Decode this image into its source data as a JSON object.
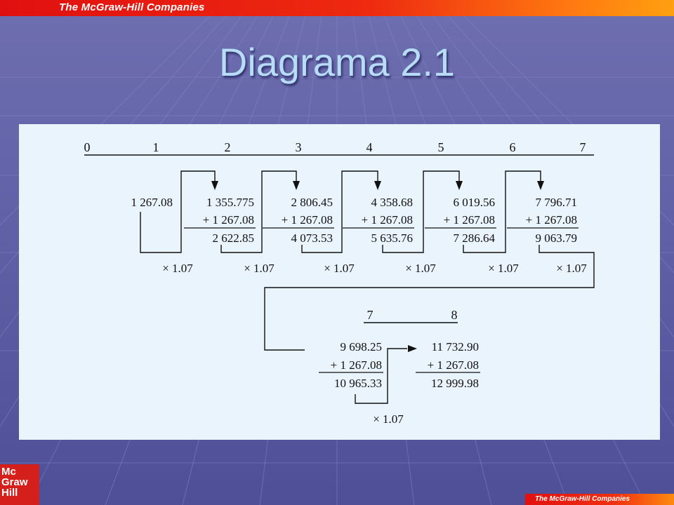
{
  "header": {
    "brand": "The McGraw-Hill Companies"
  },
  "title": "Diagrama 2.1",
  "logo_lines": [
    "Mc",
    "Graw",
    "Hill"
  ],
  "footer": {
    "brand": "The McGraw-Hill Companies"
  },
  "colors": {
    "banner_red": "#e01010",
    "banner_orange": "#ff9a10",
    "title": "#b7dcf5",
    "panel": "#eaf4fc",
    "background": "#6060a6"
  },
  "diagram": {
    "timeline_top": [
      "0",
      "1",
      "2",
      "3",
      "4",
      "5",
      "6",
      "7"
    ],
    "first_value": "1 267.08",
    "blocks": [
      {
        "carried": "1 355.775",
        "added": "+ 1 267.08",
        "total": "2 622.85"
      },
      {
        "carried": "2 806.45",
        "added": "+ 1 267.08",
        "total": "4 073.53"
      },
      {
        "carried": "4 358.68",
        "added": "+ 1 267.08",
        "total": "5 635.76"
      },
      {
        "carried": "6 019.56",
        "added": "+ 1 267.08",
        "total": "7 286.64"
      },
      {
        "carried": "7 796.71",
        "added": "+ 1 267.08",
        "total": "9 063.79"
      }
    ],
    "multipliers_top": [
      "× 1.07",
      "× 1.07",
      "× 1.07",
      "× 1.07",
      "× 1.07",
      "× 1.07"
    ],
    "timeline_bottom": [
      "7",
      "8"
    ],
    "bottom_blocks": [
      {
        "carried": "9 698.25",
        "added": "+  1 267.08",
        "total": "10 965.33"
      },
      {
        "carried": "11 732.90",
        "added": "+  1 267.08",
        "total": "12 999.98"
      }
    ],
    "multiplier_bottom": "× 1.07"
  }
}
